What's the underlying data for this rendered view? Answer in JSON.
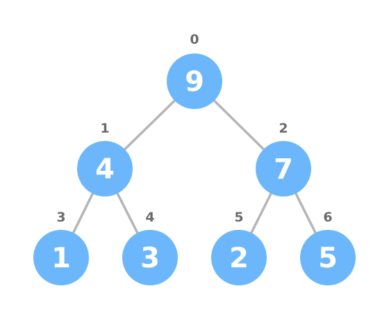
{
  "colors": {
    "node_fill": "#6cb7fb",
    "node_text": "#ffffff",
    "edge": "#b5b5b5",
    "index_label": "#6b6b6b"
  },
  "nodes": [
    {
      "index": "0",
      "value": "9"
    },
    {
      "index": "1",
      "value": "4"
    },
    {
      "index": "2",
      "value": "7"
    },
    {
      "index": "3",
      "value": "1"
    },
    {
      "index": "4",
      "value": "3"
    },
    {
      "index": "5",
      "value": "2"
    },
    {
      "index": "6",
      "value": "5"
    }
  ],
  "edges": [
    {
      "from": "0",
      "to": "1"
    },
    {
      "from": "0",
      "to": "2"
    },
    {
      "from": "1",
      "to": "3"
    },
    {
      "from": "1",
      "to": "4"
    },
    {
      "from": "2",
      "to": "5"
    },
    {
      "from": "2",
      "to": "6"
    }
  ]
}
